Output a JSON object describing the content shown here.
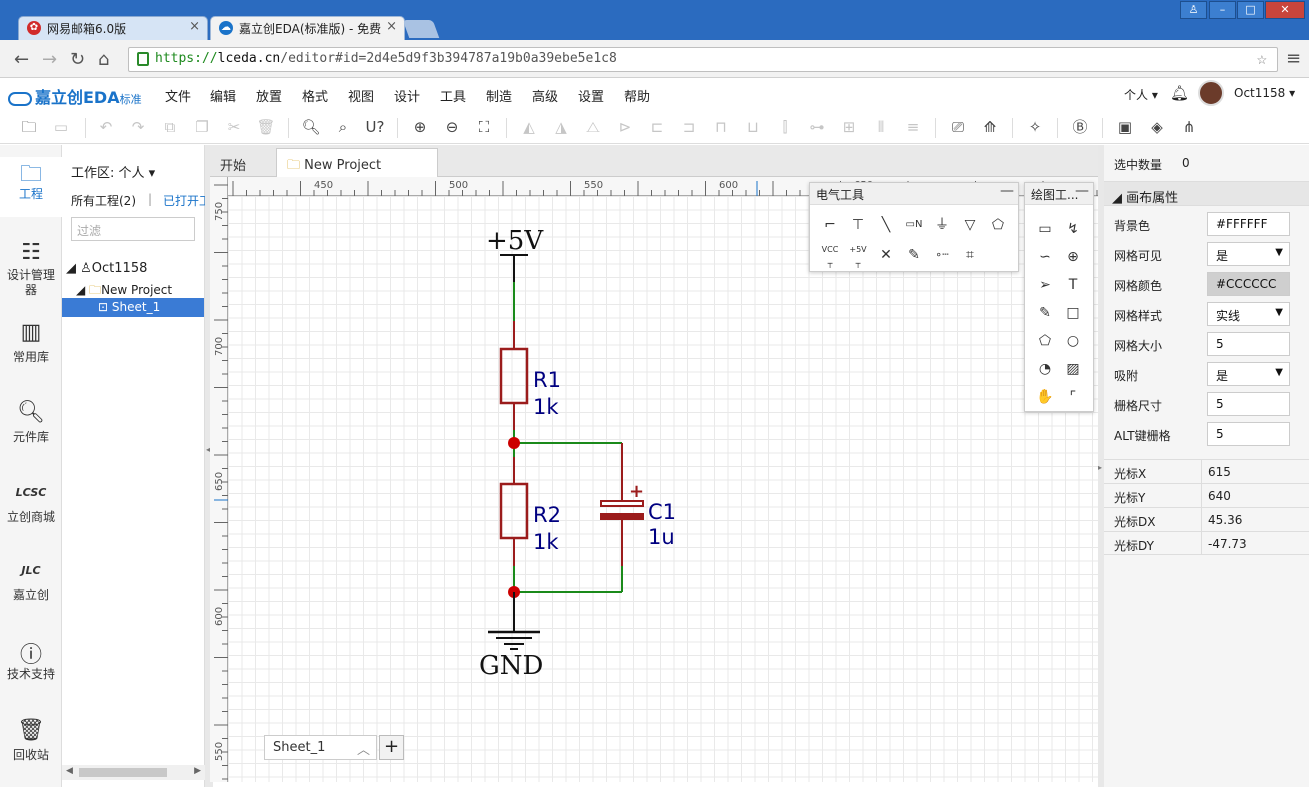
{
  "browser": {
    "tabs": [
      {
        "label": "网易邮箱6.0版",
        "icon": "netease-icon"
      },
      {
        "label": "嘉立创EDA(标准版) - 免费",
        "icon": "lceda-icon"
      }
    ],
    "url_scheme": "https://",
    "url_host": "lceda.cn",
    "url_path": "/editor#id=2d4e5d9f3b394787a19b0a39ebe5e1c8"
  },
  "app": {
    "logo": "嘉立创EDA",
    "logo_sub": "标准",
    "menu": [
      "文件",
      "编辑",
      "放置",
      "格式",
      "视图",
      "设计",
      "工具",
      "制造",
      "高级",
      "设置",
      "帮助"
    ],
    "personal": "个人",
    "username": "Oct1158"
  },
  "leftnav": [
    {
      "label": "工程",
      "icon": "folder-icon",
      "active": true
    },
    {
      "label": "设计管理器",
      "icon": "design-manager-icon"
    },
    {
      "label": "常用库",
      "icon": "chip-icon"
    },
    {
      "label": "元件库",
      "icon": "component-search-icon"
    },
    {
      "label": "立创商城",
      "icon": "lcsc-icon"
    },
    {
      "label": "嘉立创",
      "icon": "jlc-icon"
    },
    {
      "label": "技术支持",
      "icon": "help-icon"
    },
    {
      "label": "回收站",
      "icon": "trash-icon"
    }
  ],
  "project": {
    "workspace": "工作区: 个人",
    "all_projects": "所有工程(2)",
    "opened": "已打开工",
    "filter_placeholder": "过滤",
    "user": "Oct1158",
    "project_name": "New Project",
    "sheet": "Sheet_1"
  },
  "doctabs": [
    "开始",
    "New Project"
  ],
  "ruler": {
    "h": [
      "450",
      "500",
      "550",
      "600",
      "650"
    ],
    "v": [
      "750",
      "700",
      "650",
      "600",
      "550"
    ]
  },
  "schematic": {
    "vcc": "+5V",
    "gnd": "GND",
    "r1_ref": "R1",
    "r1_val": "1k",
    "r2_ref": "R2",
    "r2_val": "1k",
    "c1_ref": "C1",
    "c1_val": "1u",
    "c1_plus": "+"
  },
  "electrical_tools": {
    "title": "电气工具",
    "vcc": "VCC",
    "p5v": "+5V"
  },
  "drawing_tools": {
    "title": "绘图工..."
  },
  "sheet_tab": "Sheet_1",
  "properties": {
    "selected_label": "选中数量",
    "selected_count": "0",
    "section": "画布属性",
    "rows": [
      {
        "label": "背景色",
        "value": "#FFFFFF"
      },
      {
        "label": "网格可见",
        "value": "是"
      },
      {
        "label": "网格颜色",
        "value": "#CCCCCC"
      },
      {
        "label": "网格样式",
        "value": "实线"
      },
      {
        "label": "网格大小",
        "value": "5"
      },
      {
        "label": "吸附",
        "value": "是"
      },
      {
        "label": "栅格尺寸",
        "value": "5"
      },
      {
        "label": "ALT键栅格",
        "value": "5"
      }
    ],
    "cursor": [
      {
        "label": "光标X",
        "value": "615"
      },
      {
        "label": "光标Y",
        "value": "640"
      },
      {
        "label": "光标DX",
        "value": "45.36"
      },
      {
        "label": "光标DY",
        "value": "-47.73"
      }
    ]
  },
  "colors": {
    "wire": "#1a8a1a",
    "component": "#9b1c1c",
    "junction": "#cc0000",
    "text_blue": "#000080",
    "accent": "#1a73c9"
  }
}
